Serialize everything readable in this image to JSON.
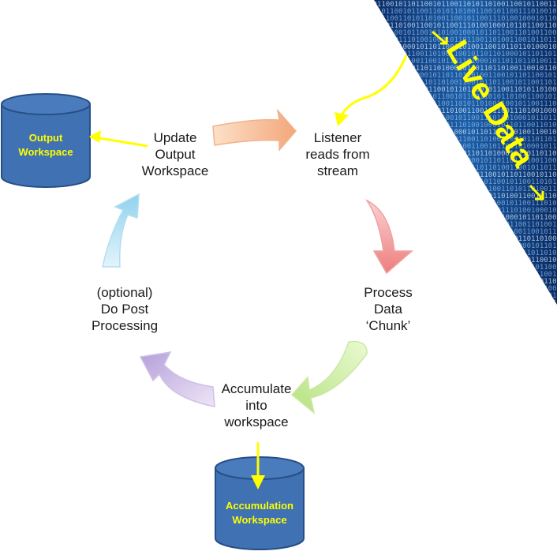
{
  "steps": {
    "listener": [
      "Listener",
      "reads from",
      "stream"
    ],
    "process": [
      "Process",
      "Data",
      "‘Chunk’"
    ],
    "accumulate": [
      "Accumulate",
      "into",
      "workspace"
    ],
    "post": [
      "(optional)",
      "Do Post",
      "Processing"
    ],
    "update": [
      "Update",
      "Output",
      "Workspace"
    ]
  },
  "databases": {
    "output": [
      "Output",
      "Workspace"
    ],
    "accumulation": [
      "Accumulation",
      "Workspace"
    ]
  },
  "banner": {
    "text": "Live Data",
    "digits": "01101001 10010110 11001011 00110101 10100110 01011001 11010010 00101101 10011010 01100101 10110100 01011011"
  },
  "colors": {
    "db_fill": "#3f71b3",
    "db_stroke": "#264f86",
    "pointer": "#ffff00",
    "banner_bg": "#0a2f6b",
    "arrow_listener": "#f08c8c",
    "arrow_top": "#f5b98a",
    "arrow_process": "#c8ec9a",
    "arrow_accumulate": "#c9b7e4",
    "arrow_post": "#a8dcf0"
  }
}
